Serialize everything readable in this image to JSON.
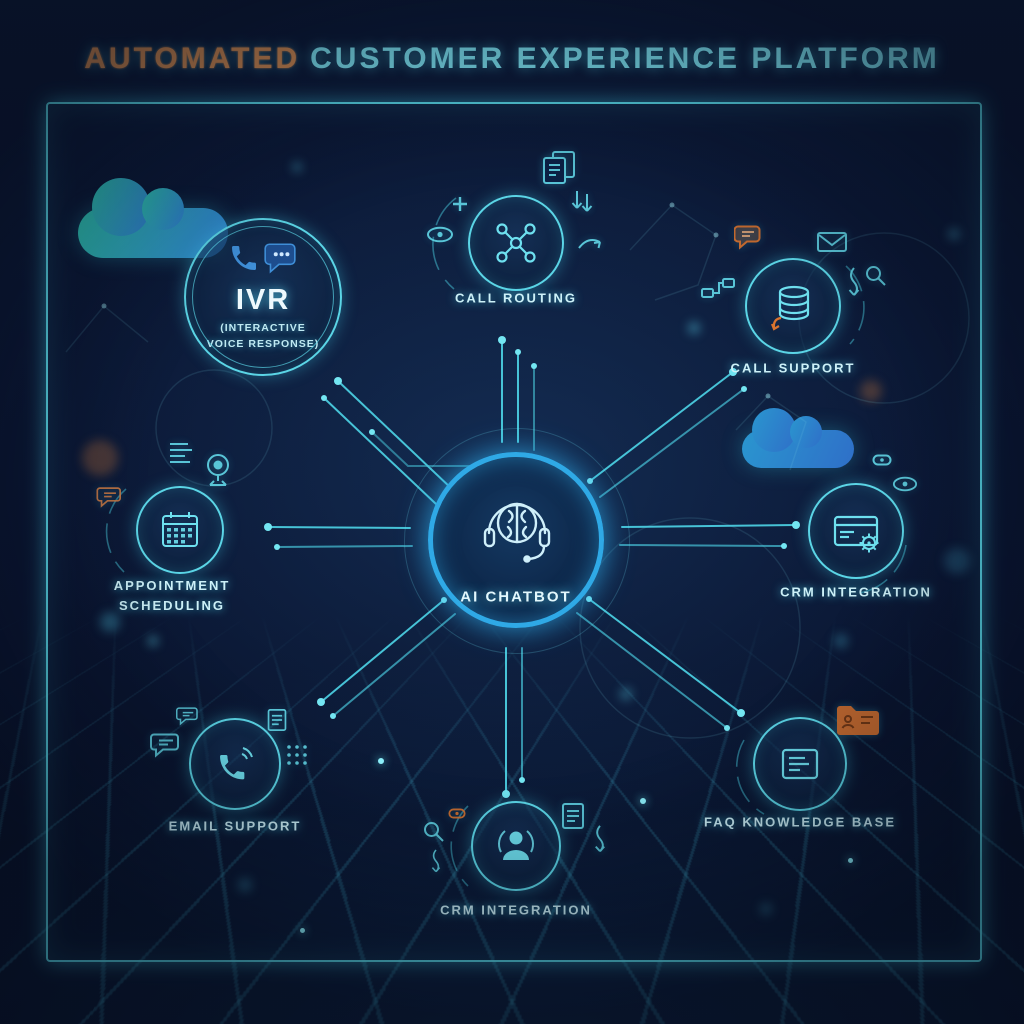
{
  "title": {
    "part1": "AUTOMATED",
    "part2": "CUSTOMER EXPERIENCE PLATFORM"
  },
  "center": {
    "label": "AI CHATBOT",
    "icon": "brain-headset-icon"
  },
  "nodes": [
    {
      "id": "ivr",
      "label": "IVR",
      "sublabel": "(INTERACTIVE VOICE RESPONSE)",
      "icon": "phone-chat-icon"
    },
    {
      "id": "call-routing",
      "label": "CALL ROUTING",
      "icon": "network-routing-icon"
    },
    {
      "id": "call-support",
      "label": "CALL SUPPORT",
      "icon": "database-icon"
    },
    {
      "id": "crm-integration",
      "label": "CRM INTEGRATION",
      "icon": "card-gear-icon"
    },
    {
      "id": "faq-knowledge-base",
      "label": "FAQ KNOWLEDGE BASE",
      "icon": "document-icon"
    },
    {
      "id": "crm-integration-bottom",
      "label": "CRM INTEGRATION",
      "icon": "agent-icon"
    },
    {
      "id": "email-support",
      "label": "EMAIL SUPPORT",
      "icon": "phone-wave-icon"
    },
    {
      "id": "appointment-scheduling",
      "label": "APPOINTMENT SCHEDULING",
      "icon": "calendar-icon"
    }
  ],
  "decorations": [
    "plus-icon",
    "eye-tag-icon",
    "doc-stack-icon",
    "double-down-arrow-icon",
    "hook-arrow-icon",
    "orange-chat-icon",
    "flow-icon",
    "mail-icon",
    "squiggle-arrow-icon",
    "magnifier-icon",
    "pill-icon",
    "orange-folder-icon",
    "doc-lines-icon",
    "dots-grid-icon",
    "chat-outline-icon",
    "list-icon",
    "webcam-icon",
    "cloud",
    "grid-floor",
    "connection-lines"
  ],
  "colors": {
    "background": "#0a1630",
    "accent": "#4fd8e8",
    "glow_blue": "#2fa9e6",
    "orange": "#d9742f"
  }
}
